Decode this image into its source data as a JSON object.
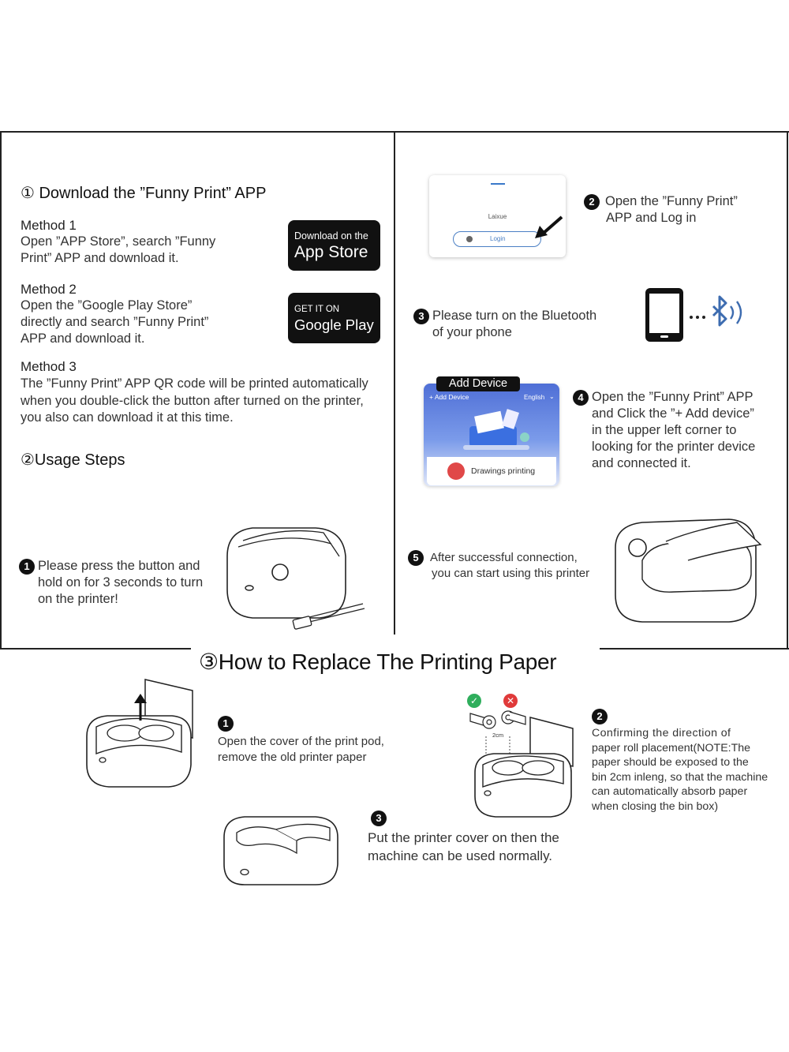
{
  "download": {
    "heading": "① Download the ”Funny Print” APP",
    "method1": {
      "title": "Method 1",
      "lines": [
        "Open ”APP Store”, search ”Funny",
        "Print” APP and download it."
      ]
    },
    "method2": {
      "title": "Method 2",
      "lines": [
        "Open the ”Google Play Store”",
        "directly and search ”Funny Print”",
        "APP and download it."
      ]
    },
    "method3": {
      "title": "Method 3",
      "lines": [
        "The ”Funny Print” APP QR code will be printed automatically",
        "when you double-click the button after turned on the printer,",
        "you also can download it at this time."
      ]
    },
    "app_store": {
      "small": "Download on the",
      "big": "App Store"
    },
    "google_play": {
      "small": "GET IT ON",
      "big": "Google Play"
    }
  },
  "usage": {
    "heading": "②Usage Steps",
    "step1": {
      "num": "1",
      "lines": [
        "Please press the button and",
        "hold on for 3 seconds to turn",
        "on the printer!"
      ]
    },
    "step2": {
      "num": "2",
      "lines": [
        "Open the ”Funny Print”",
        "APP and Log in"
      ]
    },
    "step3": {
      "num": "3",
      "lines": [
        "Please turn on the Bluetooth",
        "of your phone"
      ]
    },
    "step4": {
      "num": "4",
      "lines": [
        "Open the ”Funny Print” APP",
        "and Click the ”+ Add device”",
        "in the upper left corner to",
        "looking for the printer device",
        "and connected it."
      ]
    },
    "step5": {
      "num": "5",
      "lines": [
        "After successful connection,",
        "you can start using this printer"
      ]
    },
    "login_card": {
      "app_name": "Laixue",
      "button": "Login"
    },
    "add_device_card": {
      "tag": "Add Device",
      "add_label": "+ Add Device",
      "language": "English",
      "bottom_label": "Drawings printing"
    }
  },
  "replace": {
    "heading": "③How to Replace The Printing Paper",
    "step1": {
      "num": "1",
      "lines": [
        "Open the cover of the print pod,",
        "remove the old printer paper"
      ]
    },
    "step2": {
      "num": "2",
      "lines": [
        "Confirming the direction of",
        "paper roll placement(NOTE:The",
        "paper should be exposed to the",
        "bin 2cm inleng, so that the machine",
        "can automatically absorb paper",
        "when closing the bin box)"
      ],
      "measure": "2cm"
    },
    "step3": {
      "num": "3",
      "lines": [
        "Put the printer cover on then the",
        "machine can be used normally."
      ]
    }
  }
}
